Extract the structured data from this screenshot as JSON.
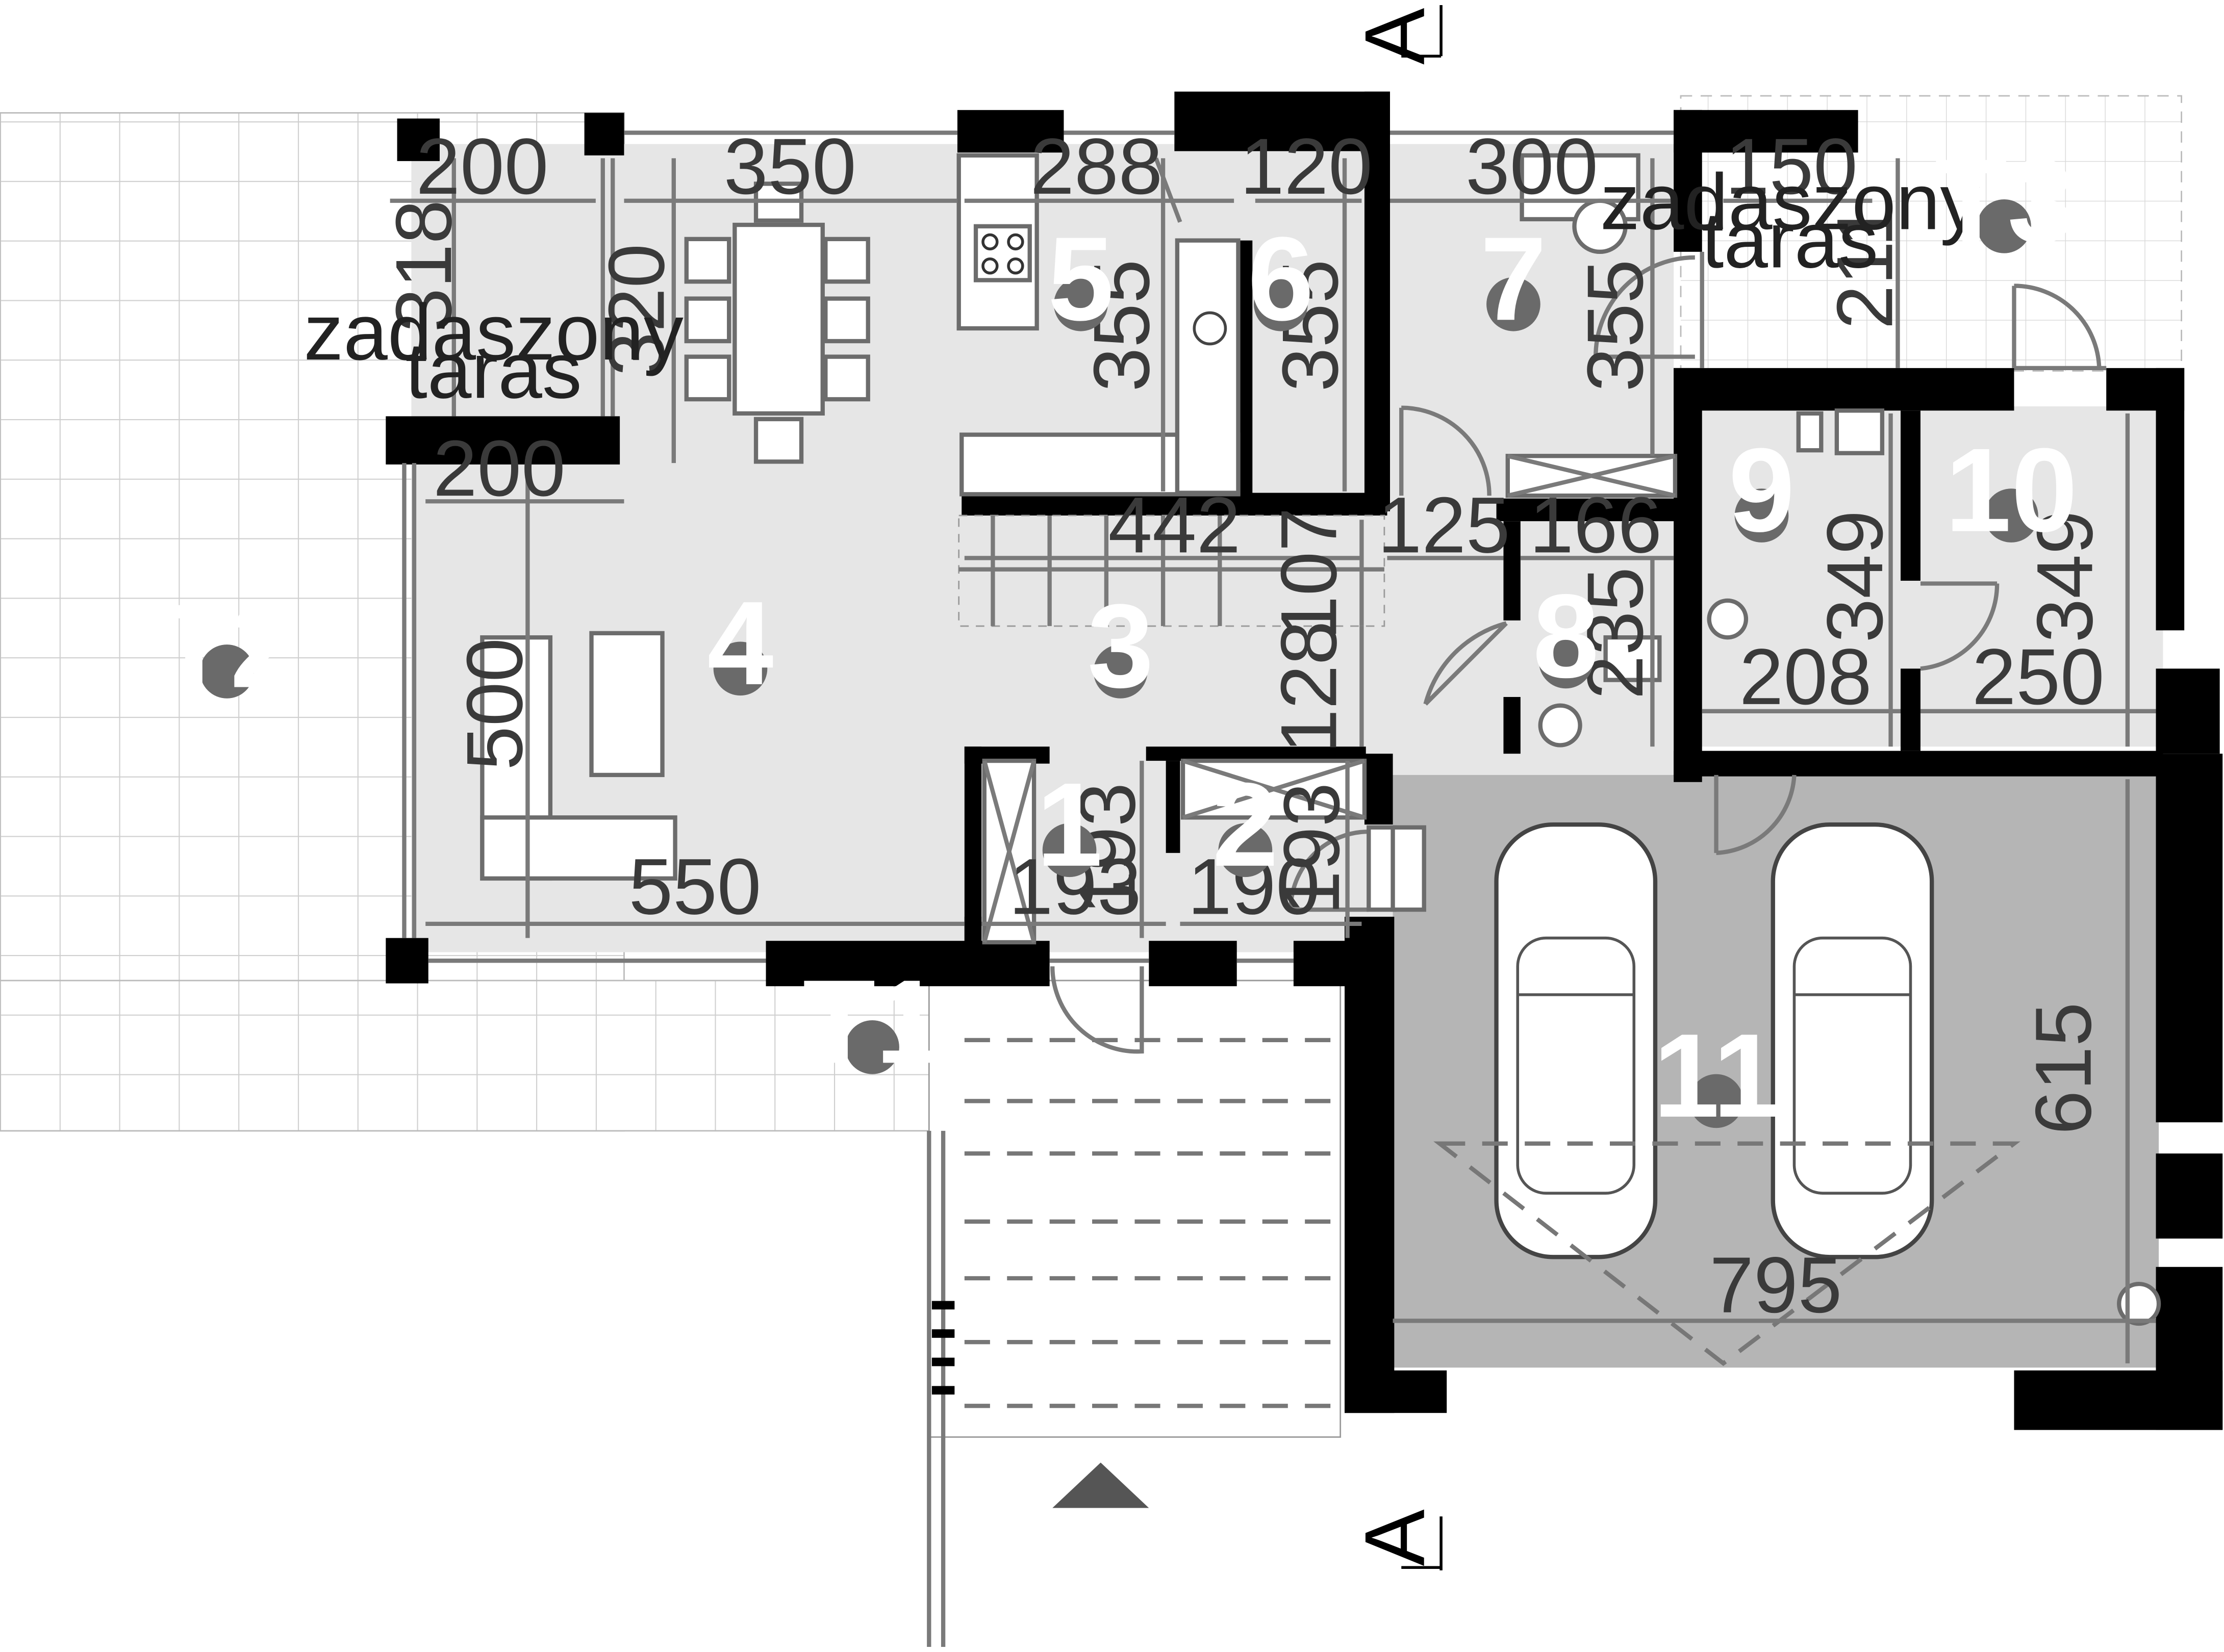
{
  "section_marker": "A",
  "colors": {
    "wall": "#000000",
    "floor": "#e6e6e6",
    "garage_floor": "#b5b5b5",
    "terrace_grid": "#cfcfcf",
    "badge": "#6a6a6a",
    "badge_text": "#ffffff"
  },
  "rooms": [
    {
      "id": "1"
    },
    {
      "id": "2"
    },
    {
      "id": "3"
    },
    {
      "id": "4"
    },
    {
      "id": "5"
    },
    {
      "id": "6"
    },
    {
      "id": "7"
    },
    {
      "id": "8"
    },
    {
      "id": "9"
    },
    {
      "id": "10"
    },
    {
      "id": "11"
    }
  ],
  "terraces": [
    "T1",
    "T2",
    "T3"
  ],
  "covered_terrace": {
    "line1": "zadaszony",
    "line2": "taras"
  },
  "dimensions": {
    "t2_width": "200",
    "t2_depth": "318",
    "dining_width": "350",
    "dining_depth": "320",
    "kitchen_width": "288",
    "kitchen_depth": "355",
    "pantry_width": "120",
    "pantry_depth": "355",
    "office_width": "300",
    "office_depth": "355",
    "t3_width": "150",
    "t3_depth": "211",
    "living_200": "200",
    "living_depth": "500",
    "living_width": "550",
    "stair_width": "442",
    "hall_depth_107": "107",
    "hall_width_125": "125",
    "hall_depth_128": "128",
    "wc_width": "166",
    "wc_depth": "235",
    "room9_width": "208",
    "room9_depth": "349",
    "room10_width": "250",
    "room10_depth": "349",
    "vest1_width": "193",
    "vest1_depth": "193",
    "vest2_width": "190",
    "vest2_depth": "193",
    "garage_width": "795",
    "garage_depth": "615"
  }
}
